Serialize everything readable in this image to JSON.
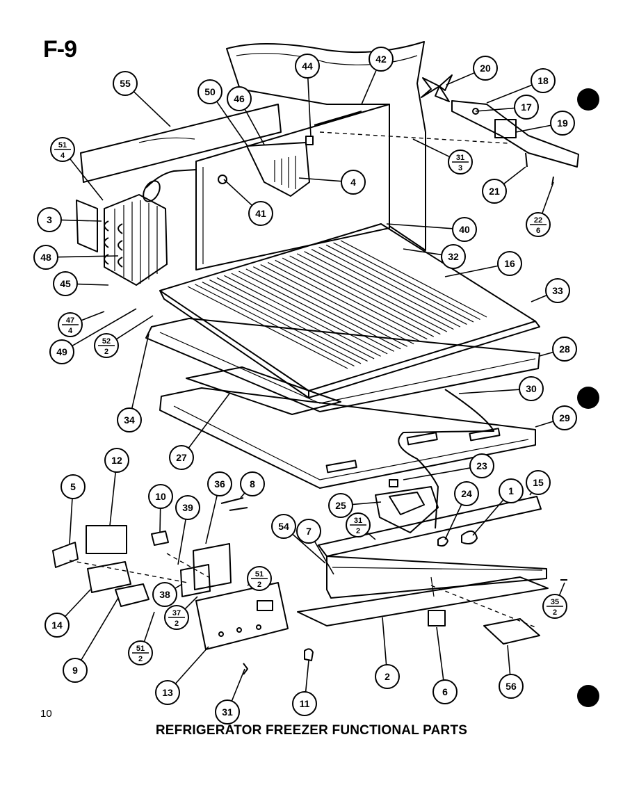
{
  "figure": {
    "label": "F-9",
    "title": "REFRIGERATOR FREEZER FUNCTIONAL PARTS",
    "page_number": "10"
  },
  "callouts": [
    {
      "id": "c55",
      "text": "55"
    },
    {
      "id": "c51_4",
      "num": "51",
      "den": "4"
    },
    {
      "id": "c50",
      "text": "50"
    },
    {
      "id": "c46",
      "text": "46"
    },
    {
      "id": "c44",
      "text": "44"
    },
    {
      "id": "c42",
      "text": "42"
    },
    {
      "id": "c20",
      "text": "20"
    },
    {
      "id": "c18",
      "text": "18"
    },
    {
      "id": "c17",
      "text": "17"
    },
    {
      "id": "c19",
      "text": "19"
    },
    {
      "id": "c31_3",
      "num": "31",
      "den": "3"
    },
    {
      "id": "c4",
      "text": "4"
    },
    {
      "id": "c41",
      "text": "41"
    },
    {
      "id": "c21",
      "text": "21"
    },
    {
      "id": "c22_6",
      "num": "22",
      "den": "6"
    },
    {
      "id": "c3",
      "text": "3"
    },
    {
      "id": "c48",
      "text": "48"
    },
    {
      "id": "c40",
      "text": "40"
    },
    {
      "id": "c32",
      "text": "32"
    },
    {
      "id": "c16",
      "text": "16"
    },
    {
      "id": "c45",
      "text": "45"
    },
    {
      "id": "c33",
      "text": "33"
    },
    {
      "id": "c47_4",
      "num": "47",
      "den": "4"
    },
    {
      "id": "c52_2",
      "num": "52",
      "den": "2"
    },
    {
      "id": "c49",
      "text": "49"
    },
    {
      "id": "c28",
      "text": "28"
    },
    {
      "id": "c34",
      "text": "34"
    },
    {
      "id": "c30",
      "text": "30"
    },
    {
      "id": "c29",
      "text": "29"
    },
    {
      "id": "c27",
      "text": "27"
    },
    {
      "id": "c12",
      "text": "12"
    },
    {
      "id": "c36",
      "text": "36"
    },
    {
      "id": "c8",
      "text": "8"
    },
    {
      "id": "c5",
      "text": "5"
    },
    {
      "id": "c10",
      "text": "10"
    },
    {
      "id": "c39",
      "text": "39"
    },
    {
      "id": "c23",
      "text": "23"
    },
    {
      "id": "c25",
      "text": "25"
    },
    {
      "id": "c24",
      "text": "24"
    },
    {
      "id": "c1",
      "text": "1"
    },
    {
      "id": "c15",
      "text": "15"
    },
    {
      "id": "c54",
      "text": "54"
    },
    {
      "id": "c7",
      "text": "7"
    },
    {
      "id": "c31_2",
      "num": "31",
      "den": "2"
    },
    {
      "id": "c51_2a",
      "num": "51",
      "den": "2"
    },
    {
      "id": "c38",
      "text": "38"
    },
    {
      "id": "c37_2",
      "num": "37",
      "den": "2"
    },
    {
      "id": "c14",
      "text": "14"
    },
    {
      "id": "c9",
      "text": "9"
    },
    {
      "id": "c51_2b",
      "num": "51",
      "den": "2"
    },
    {
      "id": "c13",
      "text": "13"
    },
    {
      "id": "c31",
      "text": "31"
    },
    {
      "id": "c11",
      "text": "11"
    },
    {
      "id": "c2",
      "text": "2"
    },
    {
      "id": "c6",
      "text": "6"
    },
    {
      "id": "c56",
      "text": "56"
    },
    {
      "id": "c35_2",
      "num": "35",
      "den": "2"
    }
  ]
}
